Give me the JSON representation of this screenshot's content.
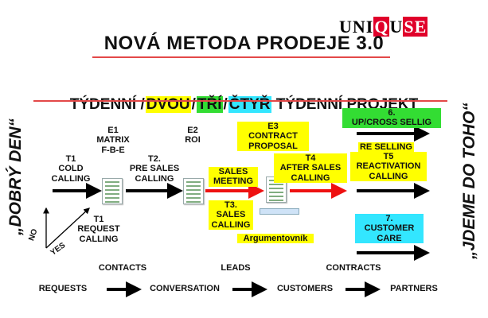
{
  "logo": {
    "text": "UNIQUSE",
    "part1": "UNI",
    "part2": "Q",
    "part3": "U",
    "part4": "SE"
  },
  "title": "NOVÁ METODA PRODEJE 3.0",
  "subtitle": {
    "p1": "TÝDENNÍ /",
    "p2": "DVOU",
    "p3": "/",
    "p4": "TŘÍ",
    "p5": "/",
    "p6": "ČTYŘ",
    "p7": " TÝDENNÍ PROJEKT"
  },
  "left_side": "„DOBRÝ DEN“",
  "right_side": "„JDEME DO TOHO“",
  "nodes": {
    "e1": "E1\nMATRIX\nF-B-E",
    "e2": "E2\nROI",
    "e3": "E3\nCONTRACT\nPROPOSAL",
    "t1_cold": "T1\nCOLD\nCALLING",
    "t2": "T2.\nPRE SALES\nCALLING",
    "sales_meeting": "SALES\nMEETING",
    "t4": "T4\nAFTER SALES\nCALLING",
    "t1_request": "T1\nREQUEST\nCALLING",
    "t3": "T3.\nSALES\nCALLING",
    "argumentovnik": "Argumentovník",
    "upcross": "6.\nUP/CROSS SELLIG",
    "reselling": "RE SELLING",
    "t5": "T5\nREACTIVATION\nCALLING",
    "customer_care": "7.\nCUSTOMER\nCARE",
    "yes": "YES",
    "no": "NO"
  },
  "bottom": {
    "contacts": "CONTACTS",
    "leads": "LEADS",
    "contracts": "CONTRACTS",
    "requests": "REQUESTS",
    "conversation": "CONVERSATION",
    "customers": "CUSTOMERS",
    "partners": "PARTNERS"
  },
  "colors": {
    "yellow": "#ffff00",
    "green": "#33dd33",
    "cyan": "#33e6ff",
    "red_arrow": "#ee1111",
    "brand_red": "#e0002a"
  }
}
